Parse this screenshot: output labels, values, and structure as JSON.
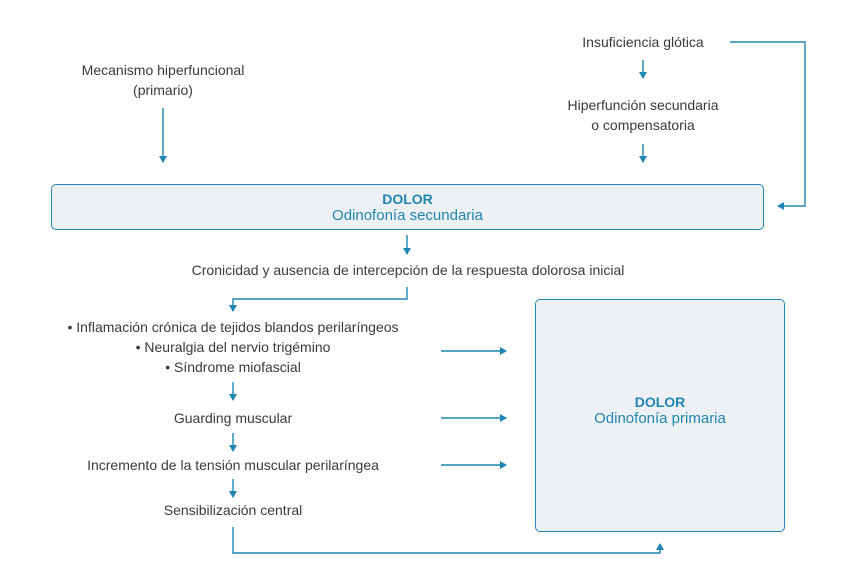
{
  "top_left": {
    "line1": "Mecanismo hiperfuncional",
    "line2": "(primario)"
  },
  "top_right": {
    "glottic": "Insuficiencia glótica",
    "secondary_line1": "Hiperfunción secundaria",
    "secondary_line2": "o compensatoria"
  },
  "secondary_box": {
    "title": "DOLOR",
    "subtitle": "Odinofonía secundaria"
  },
  "chronicity": "Cronicidad y ausencia de intercepción de la respuesta dolorosa inicial",
  "causes": {
    "item1": "• Inflamación crónica de tejidos blandos perilaríngeos",
    "item2": "• Neuralgia del nervio trigémino",
    "item3": "• Síndrome miofascial"
  },
  "guarding": "Guarding muscular",
  "tension": "Incremento de la tensión muscular perilaríngea",
  "sensitization": "Sensibilización central",
  "primary_box": {
    "title": "DOLOR",
    "subtitle": "Odinofonía primaria"
  },
  "colors": {
    "accent": "#1f86b4",
    "box_fill": "#eef1f3",
    "text": "#3a3a3a"
  }
}
